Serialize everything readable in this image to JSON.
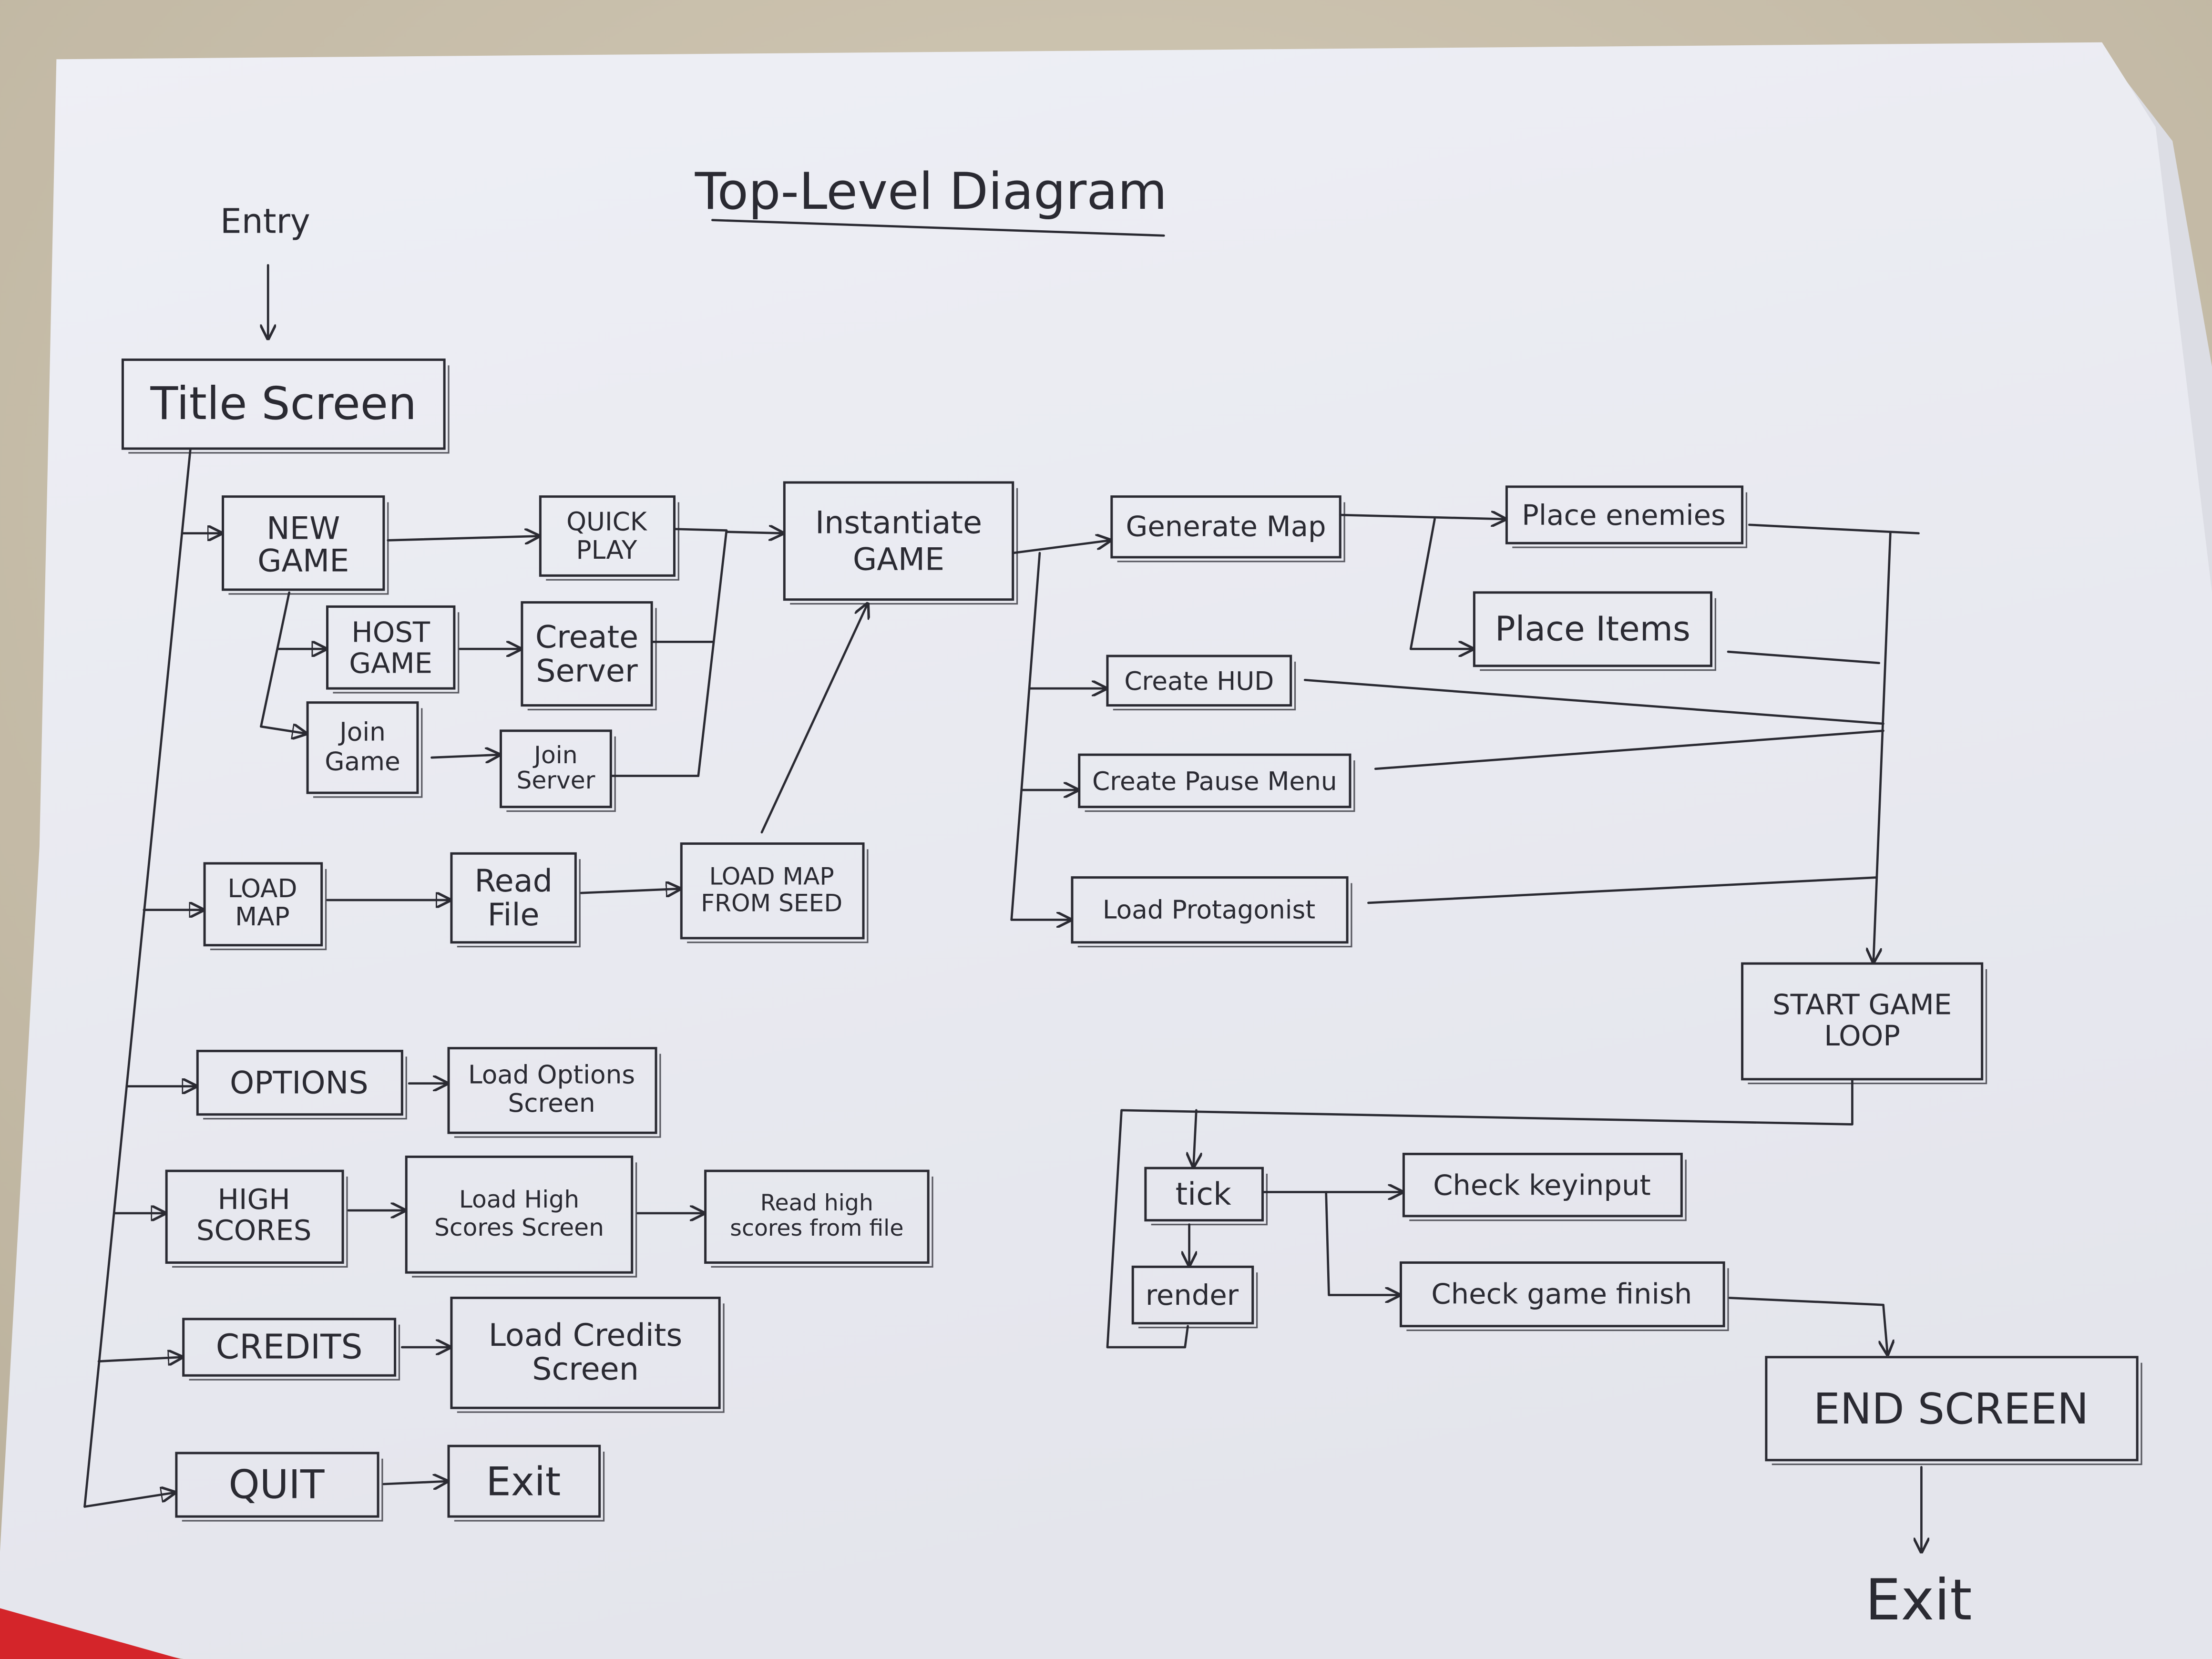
{
  "title": "Top-Level Diagram",
  "entry_label": "Entry",
  "nodes": {
    "title_screen": [
      "Title Screen"
    ],
    "new_game": [
      "NEW",
      "GAME"
    ],
    "quick_play": [
      "QUICK",
      "PLAY"
    ],
    "host_game": [
      "HOST",
      "GAME"
    ],
    "create_server": [
      "Create",
      "Server"
    ],
    "join_game": [
      "Join",
      "Game"
    ],
    "join_server": [
      "Join",
      "Server"
    ],
    "instantiate_game": [
      "Instantiate",
      "GAME"
    ],
    "generate_map": [
      "Generate Map"
    ],
    "place_enemies": [
      "Place enemies"
    ],
    "place_items": [
      "Place Items"
    ],
    "create_hud": [
      "Create HUD"
    ],
    "create_pause_menu": [
      "Create Pause Menu"
    ],
    "load_protagonist": [
      "Load Protagonist"
    ],
    "load_map": [
      "LOAD",
      "MAP"
    ],
    "read_file": [
      "Read",
      "File"
    ],
    "load_map_from_seed": [
      "LOAD MAP",
      "FROM SEED"
    ],
    "options": [
      "OPTIONS"
    ],
    "load_options_screen": [
      "Load Options",
      "Screen"
    ],
    "high_scores": [
      "HIGH",
      "SCORES"
    ],
    "load_high_scores_screen": [
      "Load High",
      "Scores Screen"
    ],
    "read_high_scores_from_file": [
      "Read high",
      "scores from file"
    ],
    "credits": [
      "CREDITS"
    ],
    "load_credits_screen": [
      "Load Credits",
      "Screen"
    ],
    "quit": [
      "QUIT"
    ],
    "quit_exit": [
      "Exit"
    ],
    "start_game_loop": [
      "START GAME",
      "LOOP"
    ],
    "tick": [
      "tick"
    ],
    "render": [
      "render"
    ],
    "check_keyinput": [
      "Check keyinput"
    ],
    "check_game_finish": [
      "Check game finish"
    ],
    "end_screen": [
      "END SCREEN"
    ]
  },
  "final_exit": "Exit",
  "colors": {
    "ink": "#2a2a32",
    "paper": "#ecedf3",
    "surface": "#c9c0ad",
    "red_object": "#d4252a"
  }
}
